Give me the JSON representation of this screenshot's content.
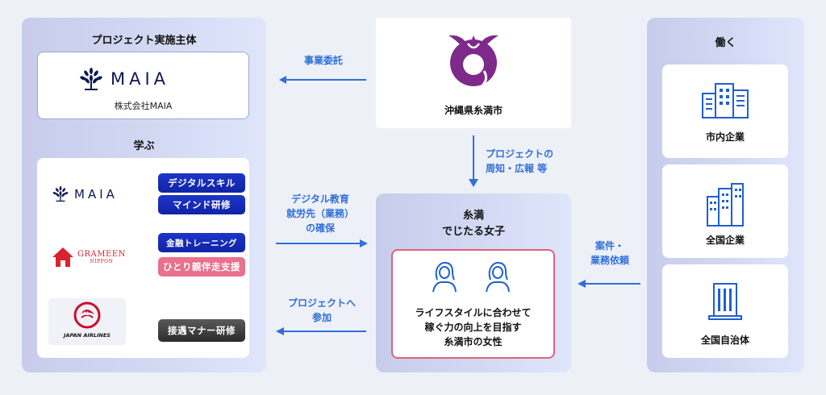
{
  "left_panel": {
    "title": "プロジェクト実施主体",
    "maia_logo_text": "MAIA",
    "maia_company": "株式会社MAIA",
    "learn_title": "学ぶ",
    "partners": [
      {
        "logo_text": "MAIA",
        "pills": [
          "デジタルスキル",
          "マインド研修"
        ]
      },
      {
        "logo_text": "GRAMEEN",
        "logo_subtext": "NIPPON",
        "pills": [
          "金融トレーニング",
          "ひとり親伴走支援"
        ]
      },
      {
        "logo_text": "JAPAN AIRLINES",
        "logo_mark": "JAL",
        "pills": [
          "接遇マナー研修"
        ]
      }
    ]
  },
  "city": {
    "name": "沖縄県糸満市"
  },
  "center": {
    "title_line1": "糸満",
    "title_line2": "でじたる女子",
    "description": "ライフスタイルに合わせて\n稼ぐ力の向上を目指す\n糸満市の女性"
  },
  "right_panel": {
    "title": "働く",
    "cards": [
      {
        "label": "市内企業",
        "icon": "office-buildings-icon"
      },
      {
        "label": "全国企業",
        "icon": "skyscrapers-icon"
      },
      {
        "label": "全国自治体",
        "icon": "government-building-icon"
      }
    ]
  },
  "arrows": {
    "commission": "事業委託",
    "promotion": "プロジェクトの\n周知・広報 等",
    "education": "デジタル教育\n就労先（業務）\nの確保",
    "participation": "プロジェクトへ\n参加",
    "request": "案件・\n業務依頼"
  },
  "colors": {
    "accent_blue": "#2f6fd6",
    "pill_blue": "#1a2fb8",
    "pill_pink": "#e8718d",
    "pill_dark": "#3a3a3a",
    "city_purple": "#7d2a8a",
    "card_border_pink": "#e0607e"
  }
}
